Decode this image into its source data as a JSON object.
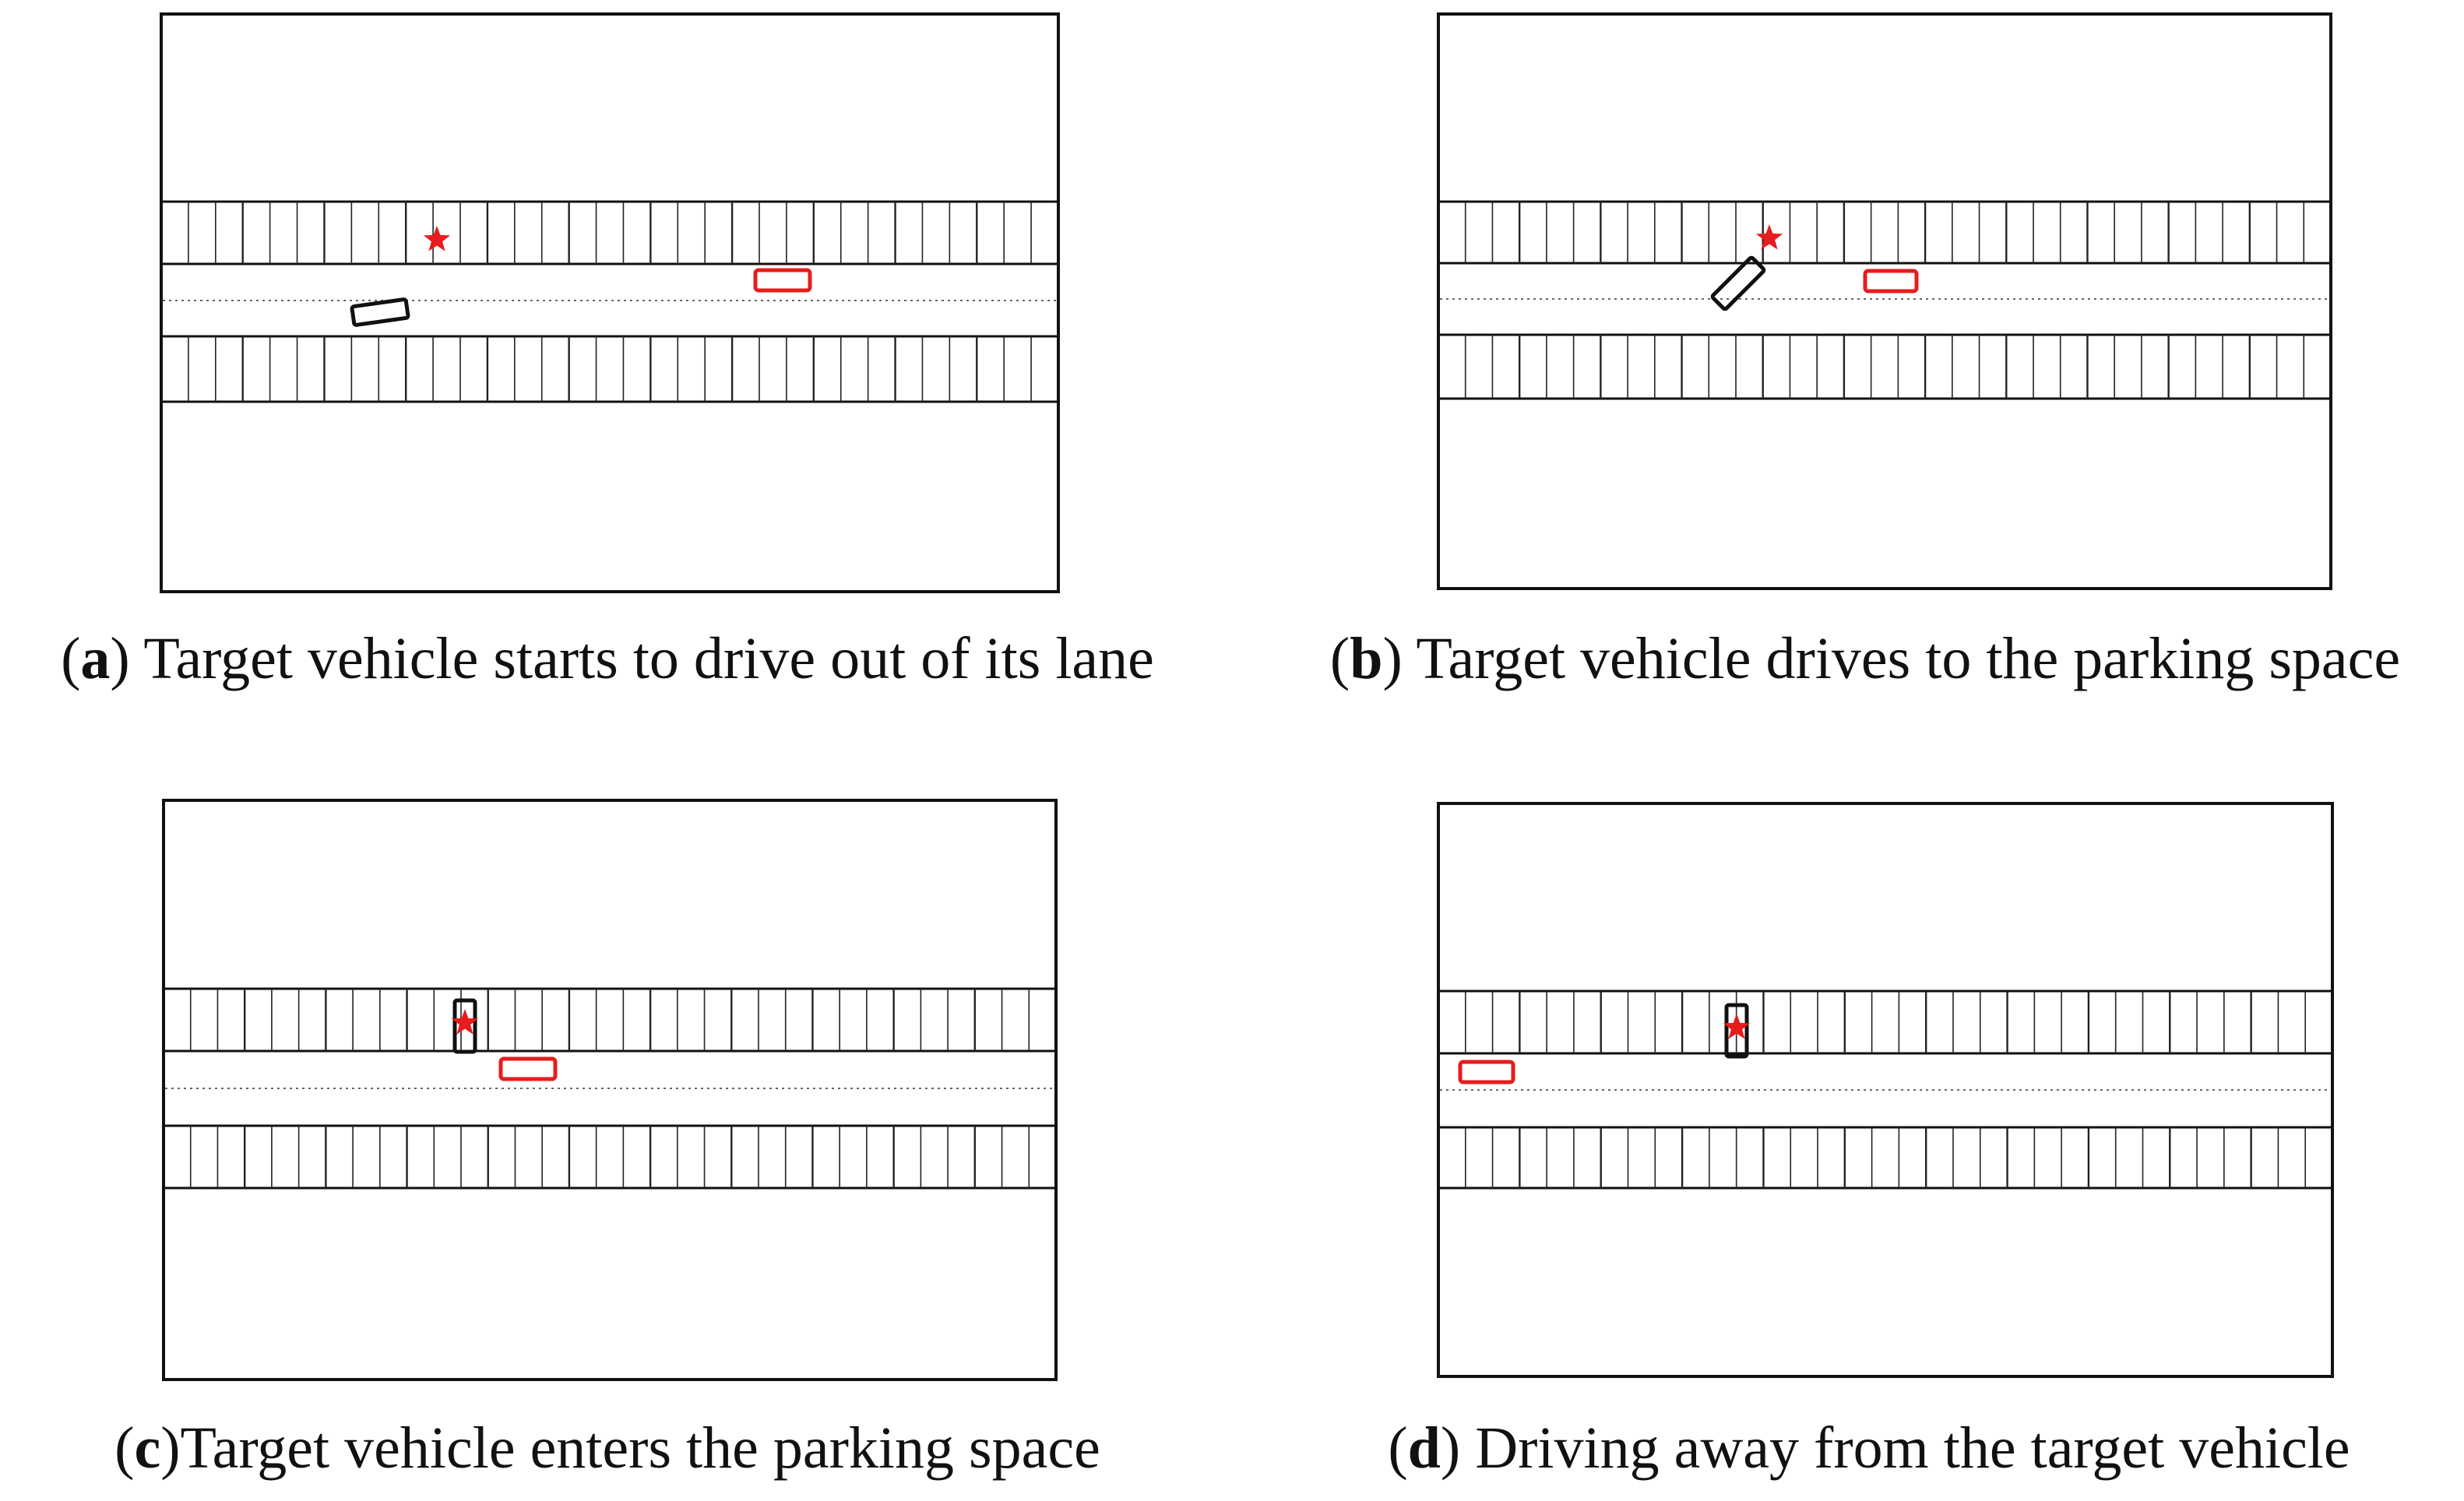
{
  "colors": {
    "frame": "#111111",
    "target_vehicle": "#e81c1c",
    "ego_vehicle": "#111111",
    "star": "#e81c1c"
  },
  "panels": [
    {
      "label": "a",
      "caption_open": "(",
      "caption_close": ")",
      "caption_text": " Target vehicle starts to drive out of its lane",
      "ego_vehicle_state": "driving in lane",
      "target_vehicle_state": "in lane"
    },
    {
      "label": "b",
      "caption_open": "(",
      "caption_close": ")",
      "caption_text": " Target vehicle drives to the parking space",
      "ego_vehicle_state": "turning toward parking space",
      "target_vehicle_state": "in lane"
    },
    {
      "label": "c",
      "caption_open": "(",
      "caption_close": ")",
      "caption_text": "Target vehicle enters the parking space",
      "ego_vehicle_state": "parked",
      "target_vehicle_state": "in lane"
    },
    {
      "label": "d",
      "caption_open": "(",
      "caption_close": ")",
      "caption_text": " Driving away from the target vehicle",
      "ego_vehicle_state": "parked",
      "target_vehicle_state": "in lane"
    }
  ]
}
